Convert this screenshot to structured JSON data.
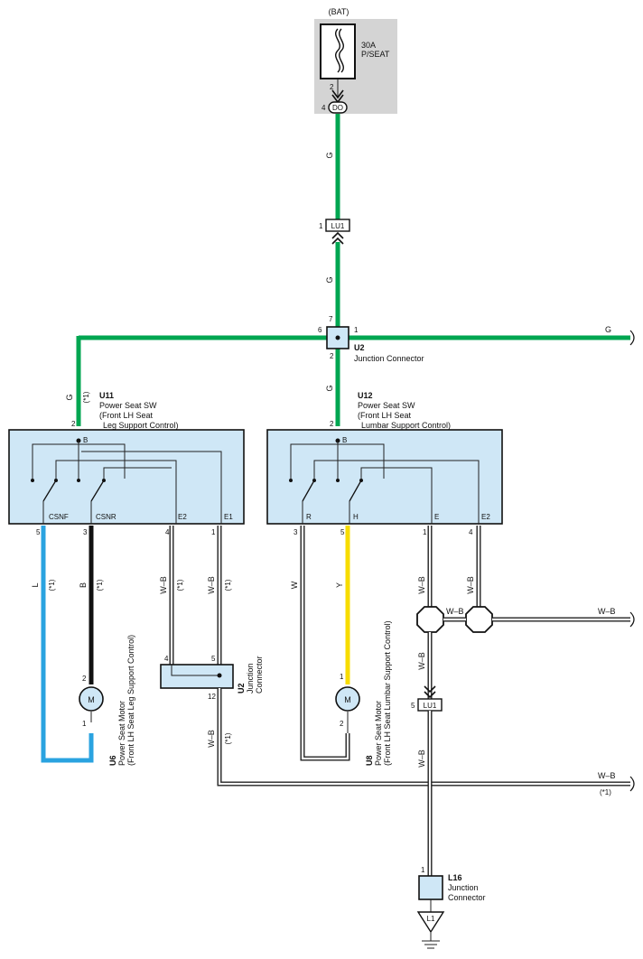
{
  "battery": {
    "label": "(BAT)",
    "fuse_rating": "30A",
    "fuse_name": "P/SEAT",
    "pin_out": "2",
    "pin_do": "4",
    "do_label": "DO"
  },
  "wire_colors": {
    "G": "#00a651",
    "L": "#2aa3e0",
    "B": "#111111",
    "Y": "#f7dc00",
    "W_B": "#ffffff"
  },
  "wire_codes": {
    "g": "G",
    "l": "L",
    "b": "B",
    "w": "W",
    "y": "Y",
    "wb": "W–B"
  },
  "note": "(*1)",
  "connectors": {
    "lu1_top": {
      "name": "LU1",
      "pin": "1"
    },
    "u2": {
      "id": "U2",
      "title": "Junction Connector",
      "pin_left": "6",
      "pin_top": "7",
      "pin_right": "1",
      "pin_bottom": "2"
    },
    "j_left": {
      "id": "U2",
      "title_line1": "Junction",
      "title_line2": "Connector",
      "pin_a": "4",
      "pin_b": "5",
      "pin_c": "12"
    },
    "lu1_bottom": {
      "name": "LU1",
      "pin": "5"
    },
    "l16": {
      "id": "L16",
      "title_line1": "Junction",
      "title_line2": "Connector",
      "pin": "1"
    },
    "ground": {
      "name": "L1"
    }
  },
  "u11": {
    "id": "U11",
    "title_line1": "Power Seat SW",
    "title_line2": "(Front LH Seat",
    "title_line3": "Leg Support Control)",
    "pin_in": "2",
    "terminal_b": "B",
    "terminals": [
      "CSNF",
      "CSNR",
      "E2",
      "E1"
    ],
    "pins": [
      "5",
      "3",
      "4",
      "1"
    ]
  },
  "u12": {
    "id": "U12",
    "title_line1": "Power Seat SW",
    "title_line2": "(Front LH Seat",
    "title_line3": "Lumbar Support Control)",
    "pin_in": "2",
    "terminal_b": "B",
    "terminals": [
      "R",
      "H",
      "E",
      "E2"
    ],
    "pins": [
      "3",
      "5",
      "1",
      "4"
    ]
  },
  "motors": {
    "u6": {
      "id": "U6",
      "symbol": "M",
      "title": "Power Seat Motor",
      "subtitle": "(Front LH Seat Leg Support Control)",
      "pin_top": "2",
      "pin_bottom": "1"
    },
    "u8": {
      "id": "U8",
      "symbol": "M",
      "title": "Power Seat Motor",
      "subtitle": "(Front LH Seat Lumbar Support Control)",
      "pin_top": "1",
      "pin_bottom": "2"
    }
  }
}
